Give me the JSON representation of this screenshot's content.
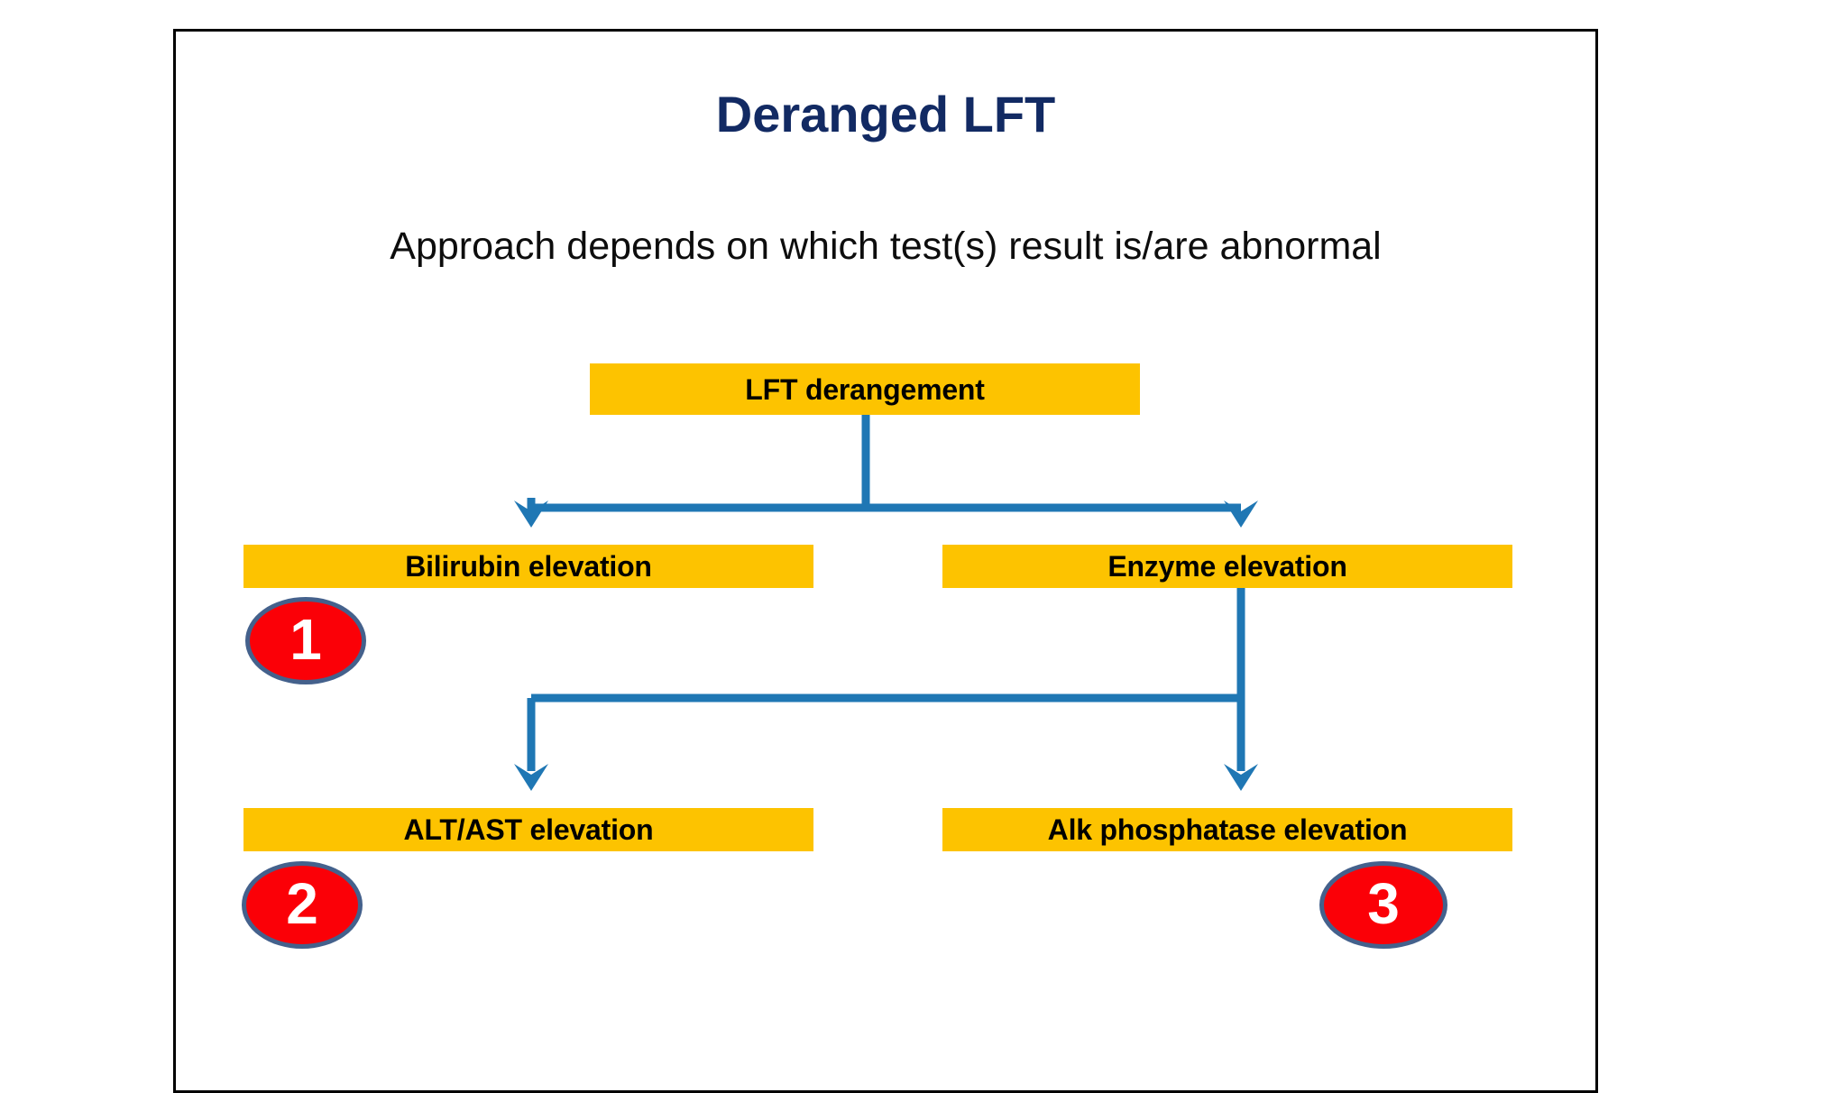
{
  "slide": {
    "title": "Deranged LFT",
    "subtitle": "Approach depends on which test(s) result is/are abnormal",
    "title_color": "#122a63",
    "subtitle_color": "#0d0d0d",
    "background_color": "#ffffff",
    "frame_border_color": "#000000"
  },
  "chart_data": {
    "type": "diagram",
    "title": "Deranged LFT",
    "subtitle": "Approach depends on which test(s) result is/are abnormal",
    "node_fill_color": "#FDC300",
    "node_text_color": "#000000",
    "connector_color": "#1f77b4",
    "badge_fill_color": "#FB0007",
    "badge_border_color": "#44618c",
    "badge_text_color": "#ffffff",
    "nodes": [
      {
        "id": "root",
        "label": "LFT derangement",
        "level": 0
      },
      {
        "id": "bilirubin",
        "label": "Bilirubin elevation",
        "level": 1
      },
      {
        "id": "enzyme",
        "label": "Enzyme elevation",
        "level": 1
      },
      {
        "id": "altast",
        "label": "ALT/AST elevation",
        "level": 2
      },
      {
        "id": "alp",
        "label": "Alk phosphatase elevation",
        "level": 2
      }
    ],
    "edges": [
      {
        "from": "root",
        "to": "bilirubin",
        "style": "elbow-arrow"
      },
      {
        "from": "root",
        "to": "enzyme",
        "style": "elbow-arrow"
      },
      {
        "from": "enzyme",
        "to": "altast",
        "style": "elbow-arrow"
      },
      {
        "from": "enzyme",
        "to": "alp",
        "style": "elbow-arrow"
      }
    ],
    "badges": [
      {
        "id": "1",
        "label": "1",
        "attached_to": "bilirubin"
      },
      {
        "id": "2",
        "label": "2",
        "attached_to": "altast"
      },
      {
        "id": "3",
        "label": "3",
        "attached_to": "alp"
      }
    ]
  }
}
